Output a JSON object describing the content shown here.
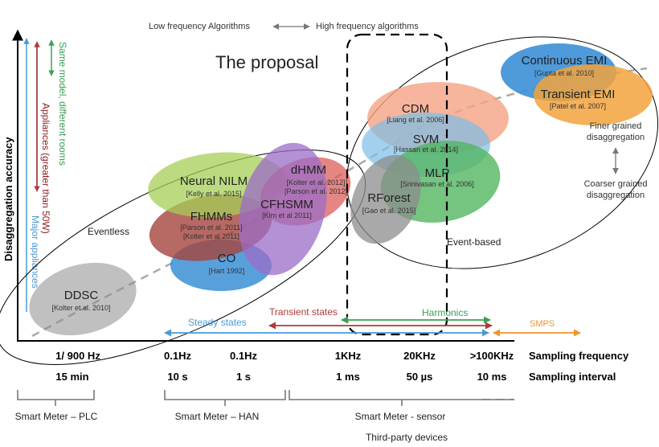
{
  "header": {
    "low_freq": "Low frequency Algorithms",
    "high_freq": "High frequency algorithms"
  },
  "proposal_label": "The proposal",
  "y_axis_label": "Disaggregation accuracy",
  "vertical_labels": {
    "same_model": "Same model, different rooms",
    "appliances": "Appliances (greater than 50W)",
    "major": "Major appliances"
  },
  "regions": {
    "eventless": "Eventless",
    "event_based": "Event-based"
  },
  "algorithms": [
    {
      "name": "Continuous EMI",
      "ref": "[Gupta et al. 2010]"
    },
    {
      "name": "Transient EMI",
      "ref": "[Patel et al. 2007]"
    },
    {
      "name": "CDM",
      "ref": "[Liang et al. 2006]"
    },
    {
      "name": "SVM",
      "ref": "[Hassan et al. 2014]"
    },
    {
      "name": "MLP",
      "ref": "[Srinivasan et al. 2006]"
    },
    {
      "name": "RForest",
      "ref": "[Gao et al. 2015]"
    },
    {
      "name": "dHMM",
      "ref1": "[Kolter et al. 2012]",
      "ref2": "[Parson et al. 2012]"
    },
    {
      "name": "CFHSMM",
      "ref": "[Kim et al 2011]"
    },
    {
      "name": "Neural NILM",
      "ref": "[Kelly et al. 2015]"
    },
    {
      "name": "FHMMs",
      "ref1": "[Parson et al. 2011]",
      "ref2": "[Kolter et al 2011]"
    },
    {
      "name": "CO",
      "ref": "[Hart 1992]"
    },
    {
      "name": "DDSC",
      "ref": "[Kolter et al. 2010]"
    }
  ],
  "granularity": {
    "finer_1": "Finer grained",
    "finer_2": "disaggregation",
    "coarser_1": "Coarser grained",
    "coarser_2": "disaggregation"
  },
  "state_arrows": {
    "steady": "Steady states",
    "transient": "Transient states",
    "harmonics": "Harmonics",
    "smps": "SMPS"
  },
  "x_axis": {
    "freq_ticks": [
      "1/ 900 Hz",
      "0.1Hz",
      "0.1Hz",
      "1KHz",
      "20KHz",
      ">100KHz"
    ],
    "interval_ticks": [
      "15 min",
      "10 s",
      "1 s",
      "1 ms",
      "50 µs",
      "10 ms"
    ],
    "freq_title": "Sampling frequency",
    "interval_title": "Sampling interval"
  },
  "meters": {
    "plc": "Smart Meter – PLC",
    "han": "Smart Meter – HAN",
    "sensor": "Smart Meter - sensor",
    "third_party": "Third-party devices"
  },
  "colors": {
    "blue": "#3b8fd6",
    "orange": "#f2a33c",
    "salmon": "#f4a283",
    "light_blue": "#7cbde6",
    "green": "#52b560",
    "gray": "#8c8c8c",
    "red": "#d9534f",
    "purple": "#9b6cc7",
    "lime": "#a5cf57",
    "dark_red": "#a5443c",
    "steady_blue": "#4a9ad4",
    "transient_red": "#b03a3a",
    "harmonics_green": "#3aa055",
    "smps_orange": "#f0942a"
  }
}
